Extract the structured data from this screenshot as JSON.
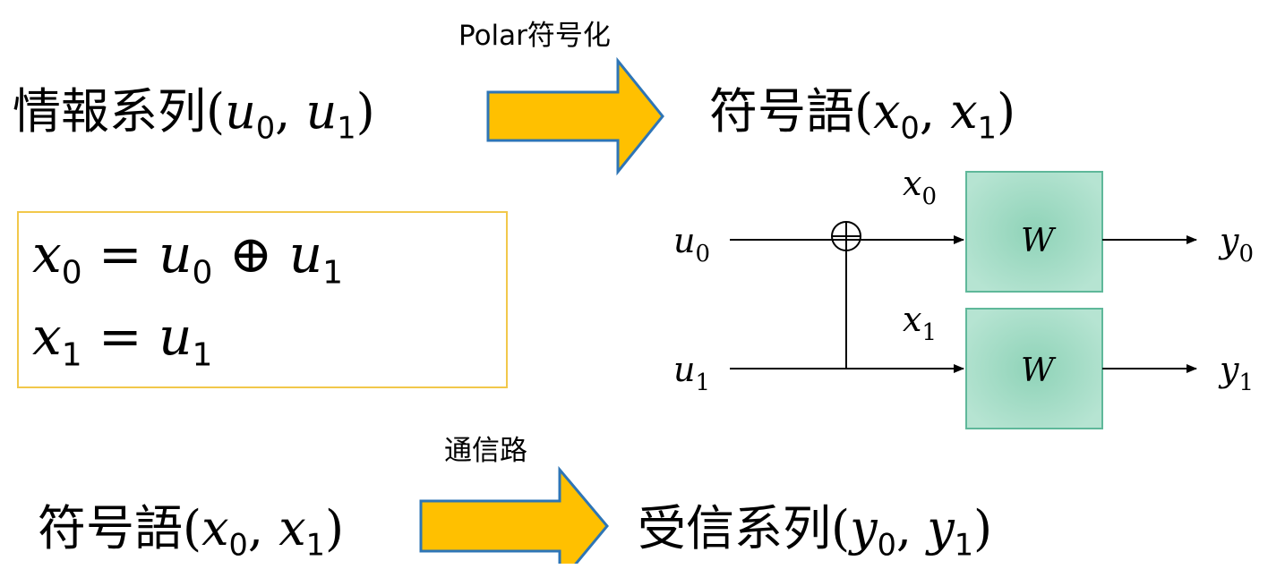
{
  "encoding": {
    "label": "Polar符号化",
    "source_text": "情報系列",
    "source_tuple": [
      "u",
      "0",
      "u",
      "1"
    ],
    "target_text": "符号語",
    "target_tuple": [
      "x",
      "0",
      "x",
      "1"
    ]
  },
  "equations": {
    "eq1": {
      "lhs": "x",
      "lhs_sub": "0",
      "op": "=",
      "a": "u",
      "a_sub": "0",
      "xor": "⊕",
      "b": "u",
      "b_sub": "1"
    },
    "eq2": {
      "lhs": "x",
      "lhs_sub": "1",
      "op": "=",
      "a": "u",
      "a_sub": "1"
    }
  },
  "circuit": {
    "inputs": [
      {
        "var": "u",
        "sub": "0"
      },
      {
        "var": "u",
        "sub": "1"
      }
    ],
    "mids": [
      {
        "var": "x",
        "sub": "0"
      },
      {
        "var": "x",
        "sub": "1"
      }
    ],
    "channel_label": "W",
    "outputs": [
      {
        "var": "y",
        "sub": "0"
      },
      {
        "var": "y",
        "sub": "1"
      }
    ],
    "xor_symbol": "⊕",
    "box_color": "#9fd8c1",
    "box_border": "#5fb89a"
  },
  "channel": {
    "label": "通信路",
    "source_text": "符号語",
    "source_tuple": [
      "x",
      "0",
      "x",
      "1"
    ],
    "target_text": "受信系列",
    "target_tuple": [
      "y",
      "0",
      "y",
      "1"
    ]
  },
  "arrow": {
    "fill": "#ffc000",
    "stroke": "#2e75b6"
  }
}
